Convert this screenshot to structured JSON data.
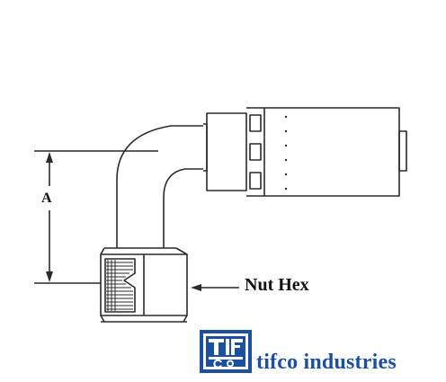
{
  "diagram": {
    "dimension_label": "A",
    "callout_label": "Nut Hex"
  },
  "brand": {
    "name": "tifco industries",
    "color": "#1b4fa0"
  },
  "colors": {
    "line": "#2a2a2a",
    "background": "#ffffff"
  }
}
